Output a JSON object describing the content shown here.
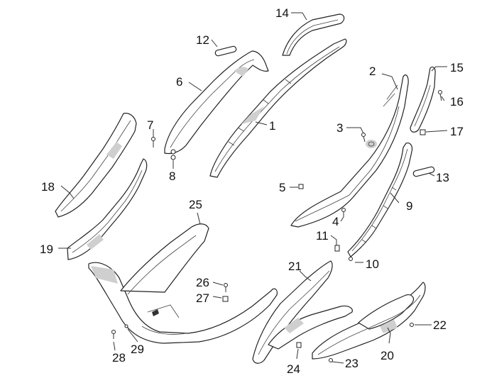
{
  "callouts": [
    "1",
    "2",
    "3",
    "4",
    "5",
    "6",
    "7",
    "8",
    "9",
    "10",
    "11",
    "12",
    "13",
    "14",
    "15",
    "16",
    "17",
    "18",
    "19",
    "20",
    "21",
    "22",
    "23",
    "24",
    "25",
    "26",
    "27",
    "28",
    "29"
  ],
  "colors": {
    "line": "#222222",
    "shade": "#cfcfcf",
    "background": "#ffffff"
  }
}
